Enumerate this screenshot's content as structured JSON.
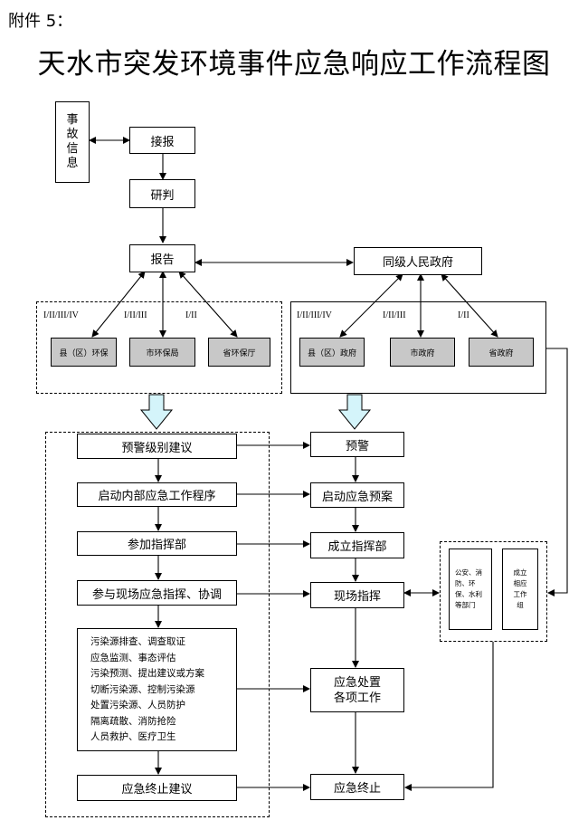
{
  "header": {
    "attachment_label": "附件 5：",
    "title": "天水市突发环境事件应急响应工作流程图"
  },
  "top": {
    "accident_info": [
      "事",
      "故",
      "信",
      "息"
    ],
    "receive": "接报",
    "study": "研判",
    "report": "报告",
    "gov_same_level": "同级人民政府"
  },
  "left_group": {
    "levels": [
      "I/II/III/IV",
      "I/II/III",
      "I/II"
    ],
    "units": [
      "县（区）环保",
      "市环保局",
      "省环保厅"
    ]
  },
  "right_group": {
    "levels": [
      "I/II/III/IV",
      "I/II/III",
      "I/II"
    ],
    "units": [
      "县（区）政府",
      "市政府",
      "省政府"
    ]
  },
  "left_column": {
    "warning_suggestion": "预警级别建议",
    "start_internal": "启动内部应急工作程序",
    "join_command": "参加指挥部",
    "field_participation": "参与现场应急指挥、协调",
    "tasks": [
      "污染源排查、调查取证",
      "应急监测、事态评估",
      "污染预测、提出建议或方案",
      "切断污染源、控制污染源",
      "处置污染源、人员防护",
      "隔离疏散、消防抢险",
      "人员救护、医疗卫生"
    ],
    "end_suggestion": "应急终止建议"
  },
  "right_column": {
    "warning": "预警",
    "start_plan": "启动应急预案",
    "set_up_command": "成立指挥部",
    "field_command": "现场指挥",
    "response_work": [
      "应急处置",
      "各项工作"
    ],
    "end": "应急终止"
  },
  "departments": {
    "agencies": [
      "公安、消",
      "防、环",
      "保、水利",
      "等部门"
    ],
    "working_group": [
      "成立",
      "相应",
      "工作",
      "组"
    ]
  }
}
